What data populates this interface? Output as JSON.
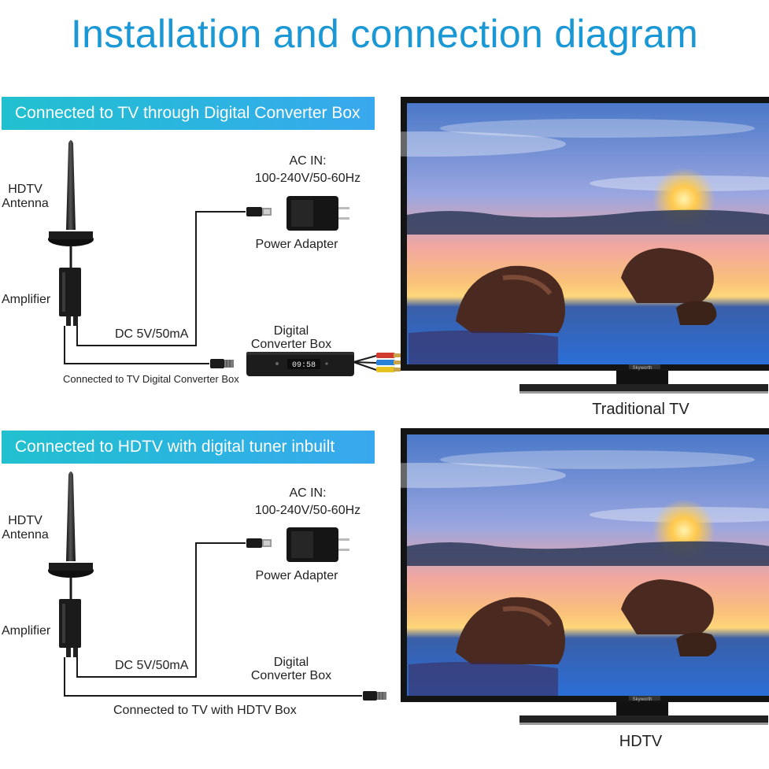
{
  "title": "Installation and connection diagram",
  "colors": {
    "title": "#1a98d5",
    "banner_start": "#21c0cf",
    "banner_end": "#39a8ee",
    "cable": "#1a1a1a"
  },
  "section1": {
    "banner": "Connected to TV through Digital Converter Box",
    "antenna_line1": "HDTV",
    "antenna_line2": "Antenna",
    "amplifier": "Amplifier",
    "ac_line1": "AC IN:",
    "ac_line2": "100-240V/50-60Hz",
    "power_adapter": "Power Adapter",
    "dc": "DC 5V/50mA",
    "box_line1": "Digital",
    "box_line2": "Converter Box",
    "box_display": "09:58",
    "cable_caption": "Connected to TV Digital Converter Box",
    "tv_brand": "Skyworth",
    "tv_label": "Traditional TV"
  },
  "section2": {
    "banner": "Connected to HDTV with digital tuner inbuilt",
    "antenna_line1": "HDTV",
    "antenna_line2": "Antenna",
    "amplifier": "Amplifier",
    "ac_line1": "AC IN:",
    "ac_line2": "100-240V/50-60Hz",
    "power_adapter": "Power Adapter",
    "dc": "DC 5V/50mA",
    "box_line1": "Digital",
    "box_line2": "Converter Box",
    "cable_caption": "Connected to TV with HDTV Box",
    "tv_brand": "Skyworth",
    "tv_label": "HDTV"
  }
}
